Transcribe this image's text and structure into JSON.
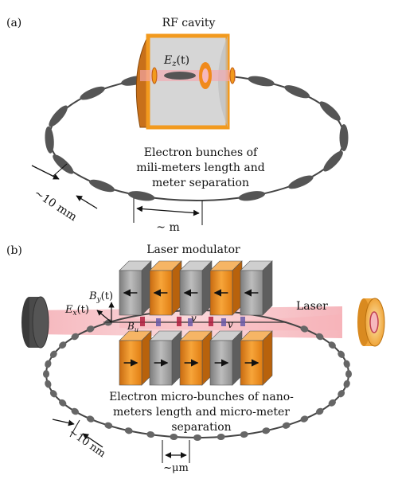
{
  "panel_a": {
    "label": "(a)",
    "cavity_title": "RF cavity",
    "field_label": "E",
    "field_sub": "z",
    "field_arg": "(t)",
    "caption_lines": [
      "Electron bunches of",
      "mili-meters length and",
      "meter separation"
    ],
    "length_label": "~10 mm",
    "separation_label": "~ m"
  },
  "panel_b": {
    "label": "(b)",
    "modulator_title": "Laser modulator",
    "laser_label": "Laser",
    "by_label": "B",
    "by_sub": "y",
    "by_arg": "(t)",
    "ex_label": "E",
    "ex_sub": "x",
    "ex_arg": "(t)",
    "bu_label": "B",
    "bu_sub": "u",
    "v_label_1": "v",
    "v_label_2": "v",
    "caption_lines": [
      "Electron micro-bunches of nano-",
      "meters length and micro-meter",
      "separation"
    ],
    "length_label": "~10 nm",
    "separation_label": "~μm"
  },
  "colors": {
    "bunch": "#555555",
    "ring": "#444444",
    "cavity_orange": "#f29a1e",
    "cavity_gray": "#d4d4d4",
    "laser_pink": "#f6b8bd",
    "magnet_orange": "#f08a1c",
    "magnet_gray": "#9a9a9a"
  }
}
